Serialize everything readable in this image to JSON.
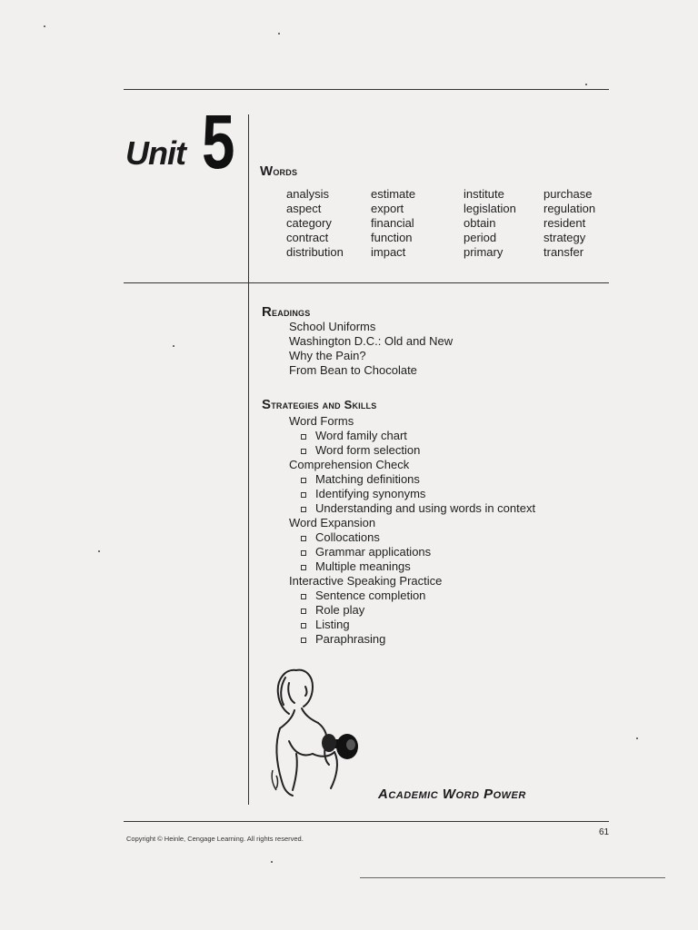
{
  "unit": {
    "label": "Unit",
    "number": "5"
  },
  "words": {
    "heading": "Words",
    "columns": [
      [
        "analysis",
        "aspect",
        "category",
        "contract",
        "distribution"
      ],
      [
        "estimate",
        "export",
        "financial",
        "function",
        "impact"
      ],
      [
        "institute",
        "legislation",
        "obtain",
        "period",
        "primary"
      ],
      [
        "purchase",
        "regulation",
        "resident",
        "strategy",
        "transfer"
      ]
    ]
  },
  "readings": {
    "heading": "Readings",
    "items": [
      "School Uniforms",
      "Washington D.C.: Old and New",
      "Why the Pain?",
      "From Bean to Chocolate"
    ]
  },
  "strategies": {
    "heading": "Strategies and Skills",
    "groups": [
      {
        "label": "Word Forms",
        "items": [
          "Word family chart",
          "Word form selection"
        ]
      },
      {
        "label": "Comprehension Check",
        "items": [
          "Matching definitions",
          "Identifying synonyms",
          "Understanding and using words in context"
        ]
      },
      {
        "label": "Word Expansion",
        "items": [
          "Collocations",
          "Grammar applications",
          "Multiple meanings"
        ]
      },
      {
        "label": "Interactive Speaking Practice",
        "items": [
          "Sentence completion",
          "Role play",
          "Listing",
          "Paraphrasing"
        ]
      }
    ]
  },
  "brand": "Academic Word Power",
  "footer": {
    "copyright": "Copyright © Heinle, Cengage Learning. All rights reserved.",
    "page_number": "61"
  }
}
